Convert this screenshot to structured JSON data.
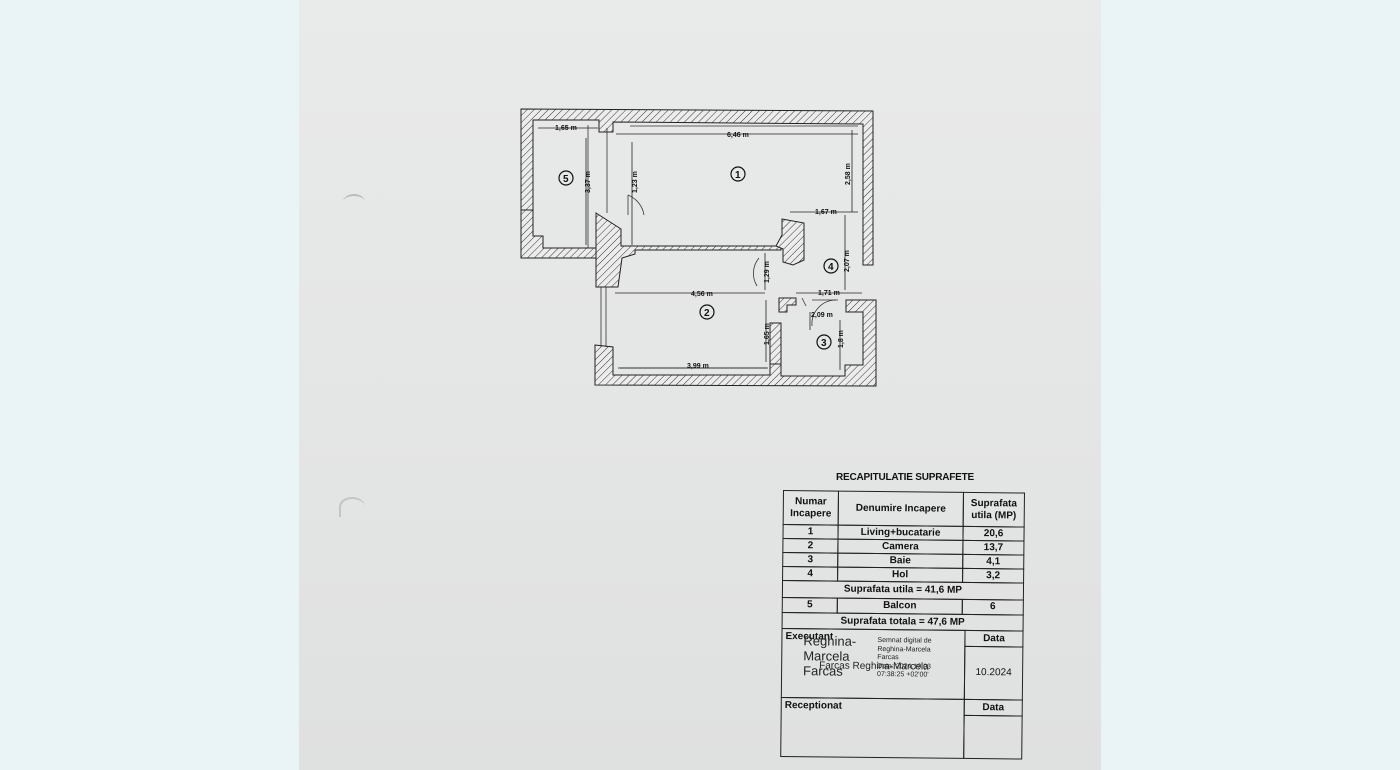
{
  "plan": {
    "dimensions": [
      "1,65 m",
      "6,46 m",
      "3,37 m",
      "1,23 m",
      "2,58 m",
      "1,67 m",
      "2,07 m",
      "1,29 m",
      "4,56 m",
      "1,71 m",
      "2,09 m",
      "1,65 m",
      "1,8 m",
      "3,99 m"
    ],
    "rooms": [
      "1",
      "2",
      "3",
      "4",
      "5"
    ]
  },
  "table": {
    "title": "RECAPITULATIE SUPRAFETE",
    "headers": [
      "Numar Incapere",
      "Denumire Incapere",
      "Suprafata utila (MP)"
    ],
    "rows": [
      {
        "nr": "1",
        "name": "Living+bucatarie",
        "area": "20,6"
      },
      {
        "nr": "2",
        "name": "Camera",
        "area": "13,7"
      },
      {
        "nr": "3",
        "name": "Baie",
        "area": "4,1"
      },
      {
        "nr": "4",
        "name": "Hol",
        "area": "3,2"
      }
    ],
    "subtotal": "Suprafata utila = 41,6 MP",
    "balcony": {
      "nr": "5",
      "name": "Balcon",
      "area": "6"
    },
    "total": "Suprafata totala = 47,6 MP",
    "executant_label": "Executant",
    "date_label": "Data",
    "date_value": "10.2024",
    "receptionat_label": "Receptionat",
    "date_label_2": "Data"
  },
  "signature": {
    "name_line1": "Reghina-",
    "name_line2": "Marcela",
    "name_line3": "Farcas",
    "name_overlap": "Farcas Reghina-Marcela",
    "digital": "Semnat digital de\nReghina-Marcela\nFarcas\nData: 2024.10.03\n07:38:25 +02'00'"
  }
}
